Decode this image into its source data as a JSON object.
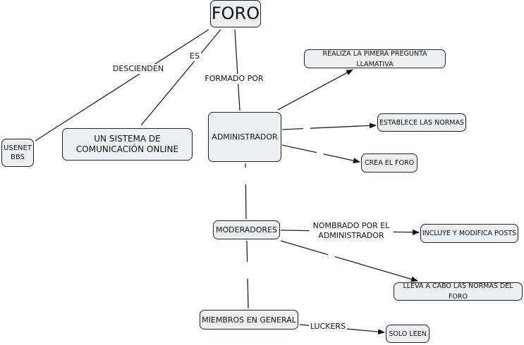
{
  "nodes": {
    "foro": "FORO",
    "usenet": "USENET BBS",
    "sistema": "UN SISTEMA DE COMUNICACIÓN ONLINE",
    "administrador": "ADMINISTRADOR",
    "realiza": "REALIZA LA PIMERA PREGUNTA LLAMATIVA",
    "establece": "ESTABLECE LAS NORMAS",
    "crea": "CREA EL FORO",
    "moderadores": "MODERADORES",
    "incluye": "INCLUYE Y MODIFICA POSTS",
    "lleva": "LLEVA A CABO LAS NORMAS DEL FORO",
    "miembros": "MIEMBROS EN GENERAL",
    "solo_leen": "SOLO LEEN"
  },
  "links": {
    "descienden": "DESCIENDEN",
    "es": "ES",
    "formado_por": "FORMADO POR",
    "nombrado": "NOMBRADO POR EL ADMINISTRADOR",
    "luckers": "LUCKERS"
  }
}
